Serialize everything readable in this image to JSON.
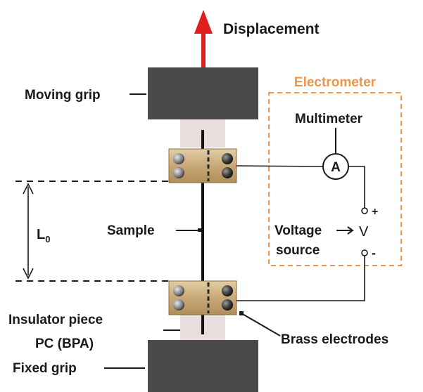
{
  "labels": {
    "displacement": "Displacement",
    "moving_grip": "Moving grip",
    "electrometer": "Electrometer",
    "multimeter": "Multimeter",
    "ammeter_symbol": "A",
    "plus": "+",
    "minus": "-",
    "voltage": "Voltage",
    "source": "source",
    "v_symbol": "V",
    "sample": "Sample",
    "l0_main": "L",
    "l0_sub": "0",
    "insulator_line1": "Insulator piece",
    "insulator_line2": "PC (BPA)",
    "brass_electrodes": "Brass electrodes",
    "fixed_grip": "Fixed grip"
  },
  "colors": {
    "arrow": "#e0201f",
    "electrometer_box": "#f0954a",
    "grip": "#4a4a4a",
    "insulator": "#e8dede",
    "electrode": "#c8a878",
    "text": "#1a1a1a"
  },
  "icons": {
    "ammeter": "circle-A",
    "screw": "hex-screw"
  }
}
